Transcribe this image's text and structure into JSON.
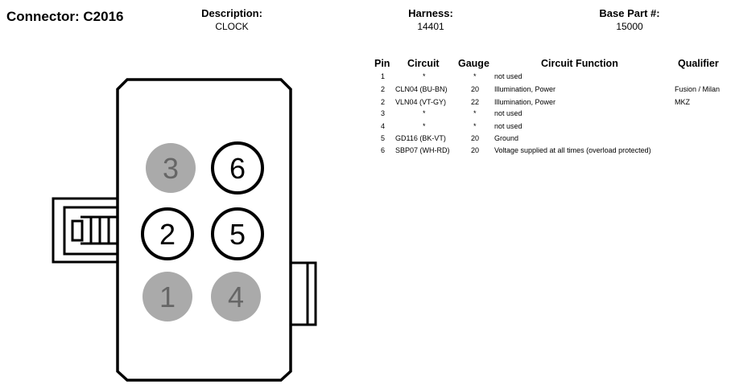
{
  "header": {
    "connector_title": "Connector: C2016",
    "description_label": "Description:",
    "description_value": "CLOCK",
    "harness_label": "Harness:",
    "harness_value": "14401",
    "base_part_label": "Base Part #:",
    "base_part_value": "15000"
  },
  "pin_table": {
    "columns": [
      "Pin",
      "Circuit",
      "Gauge",
      "Circuit Function",
      "Qualifier"
    ],
    "rows": [
      {
        "pin": "1",
        "circuit": "*",
        "gauge": "*",
        "function": "not used",
        "qualifier": ""
      },
      {
        "pin": "2",
        "circuit": "CLN04 (BU-BN)",
        "gauge": "20",
        "function": "Illumination, Power",
        "qualifier": "Fusion / Milan"
      },
      {
        "pin": "2",
        "circuit": "VLN04 (VT-GY)",
        "gauge": "22",
        "function": "Illumination, Power",
        "qualifier": "MKZ"
      },
      {
        "pin": "3",
        "circuit": "*",
        "gauge": "*",
        "function": "not used",
        "qualifier": ""
      },
      {
        "pin": "4",
        "circuit": "*",
        "gauge": "*",
        "function": "not used",
        "qualifier": ""
      },
      {
        "pin": "5",
        "circuit": "GD116 (BK-VT)",
        "gauge": "20",
        "function": "Ground",
        "qualifier": ""
      },
      {
        "pin": "6",
        "circuit": "SBP07 (WH-RD)",
        "gauge": "20",
        "function": "Voltage supplied at all times (overload protected)",
        "qualifier": ""
      }
    ]
  },
  "connector": {
    "pins": [
      {
        "label": "3",
        "state": "unused"
      },
      {
        "label": "6",
        "state": "used"
      },
      {
        "label": "2",
        "state": "used"
      },
      {
        "label": "5",
        "state": "used"
      },
      {
        "label": "1",
        "state": "unused"
      },
      {
        "label": "4",
        "state": "unused"
      }
    ],
    "colors": {
      "unused_fill": "#aaaaaa",
      "unused_text": "#666666",
      "used_fill": "#ffffff",
      "outline": "#000000"
    }
  }
}
